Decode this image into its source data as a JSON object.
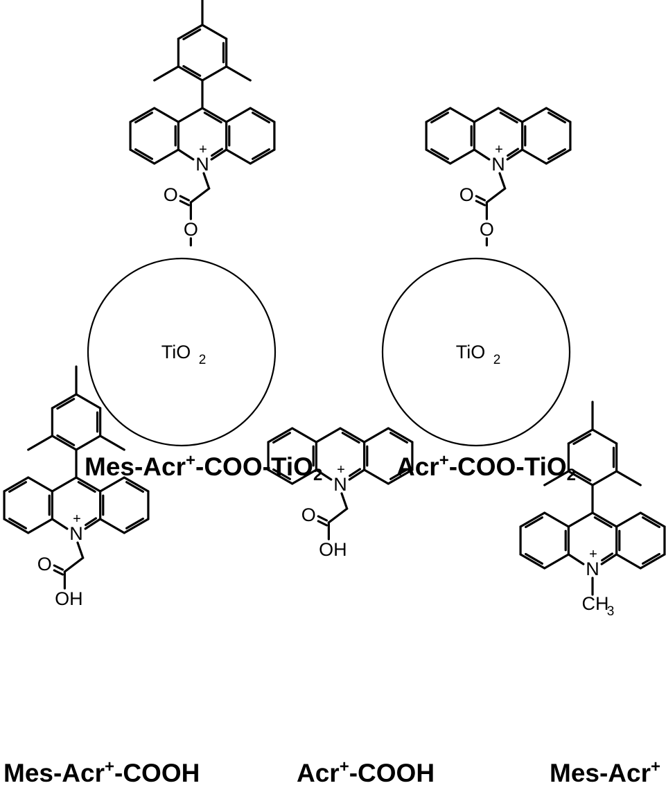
{
  "atom_labels": {
    "nitrogen": "N",
    "plus": "+",
    "carbonyl_o": "O",
    "ester_o": "O",
    "hydroxyl": "OH",
    "methyl_c": "CH",
    "methyl_h_sub": "3",
    "tio2_main": "TiO",
    "tio2_sub": "2"
  },
  "compounds": [
    {
      "id": "mes-acr-coo-tio2",
      "name_prefix": "Mes-Acr",
      "charge": "+",
      "name_suffix": "-COO-TiO",
      "name_sub": "2"
    },
    {
      "id": "acr-coo-tio2",
      "name_prefix": "Acr",
      "charge": "+",
      "name_suffix": "-COO-TiO",
      "name_sub": "2"
    },
    {
      "id": "mes-acr-cooh",
      "name_prefix": "Mes-Acr",
      "charge": "+",
      "name_suffix": "-COOH",
      "name_sub": ""
    },
    {
      "id": "acr-cooh",
      "name_prefix": "Acr",
      "charge": "+",
      "name_suffix": "-COOH",
      "name_sub": ""
    },
    {
      "id": "mes-acr",
      "name_prefix": "Mes-Acr",
      "charge": "+",
      "name_suffix": "",
      "name_sub": ""
    }
  ]
}
